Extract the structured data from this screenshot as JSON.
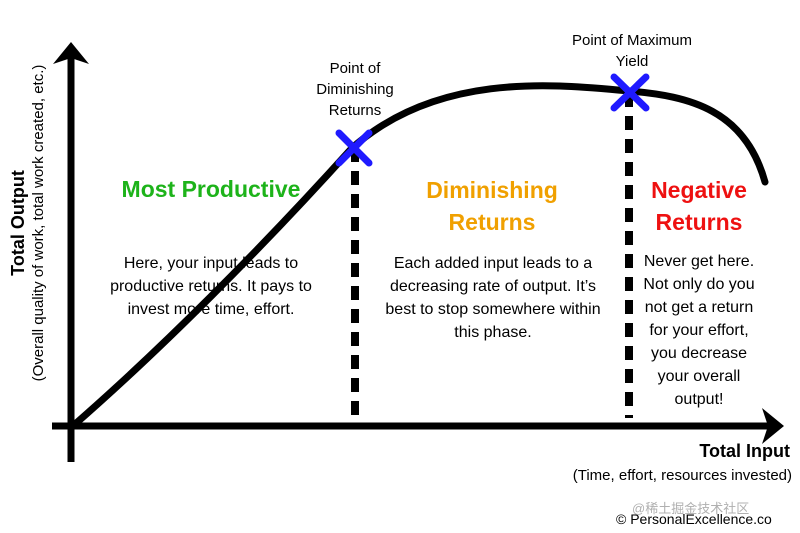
{
  "colors": {
    "curve": "#000000",
    "marker": "#1f1aff",
    "most_productive": "#1db31a",
    "diminishing": "#f0a000",
    "negative": "#ee1111"
  },
  "markers": {
    "diminishing_label": "Point of Diminishing Returns",
    "maximum_label": "Point of Maximum Yield"
  },
  "zones": {
    "most_productive": {
      "title": "Most Productive",
      "body": "Here, your input leads to productive returns. It pays to invest more time, effort."
    },
    "diminishing": {
      "title": "Diminishing Returns",
      "body": "Each added input leads to a decreasing rate of output. It’s best to stop somewhere within this phase."
    },
    "negative": {
      "title": "Negative Returns",
      "body": "Never get here. Not only do you not get a return for your effort, you decrease your overall output!"
    }
  },
  "axes": {
    "x_title": "Total Input",
    "x_subtitle": "(Time, effort, resources invested)",
    "y_title": "Total Output",
    "y_subtitle": "(Overall quality of work, total work created, etc.)"
  },
  "credit": "© PersonalExcellence.co",
  "watermark": "@稀土掘金技术社区"
}
